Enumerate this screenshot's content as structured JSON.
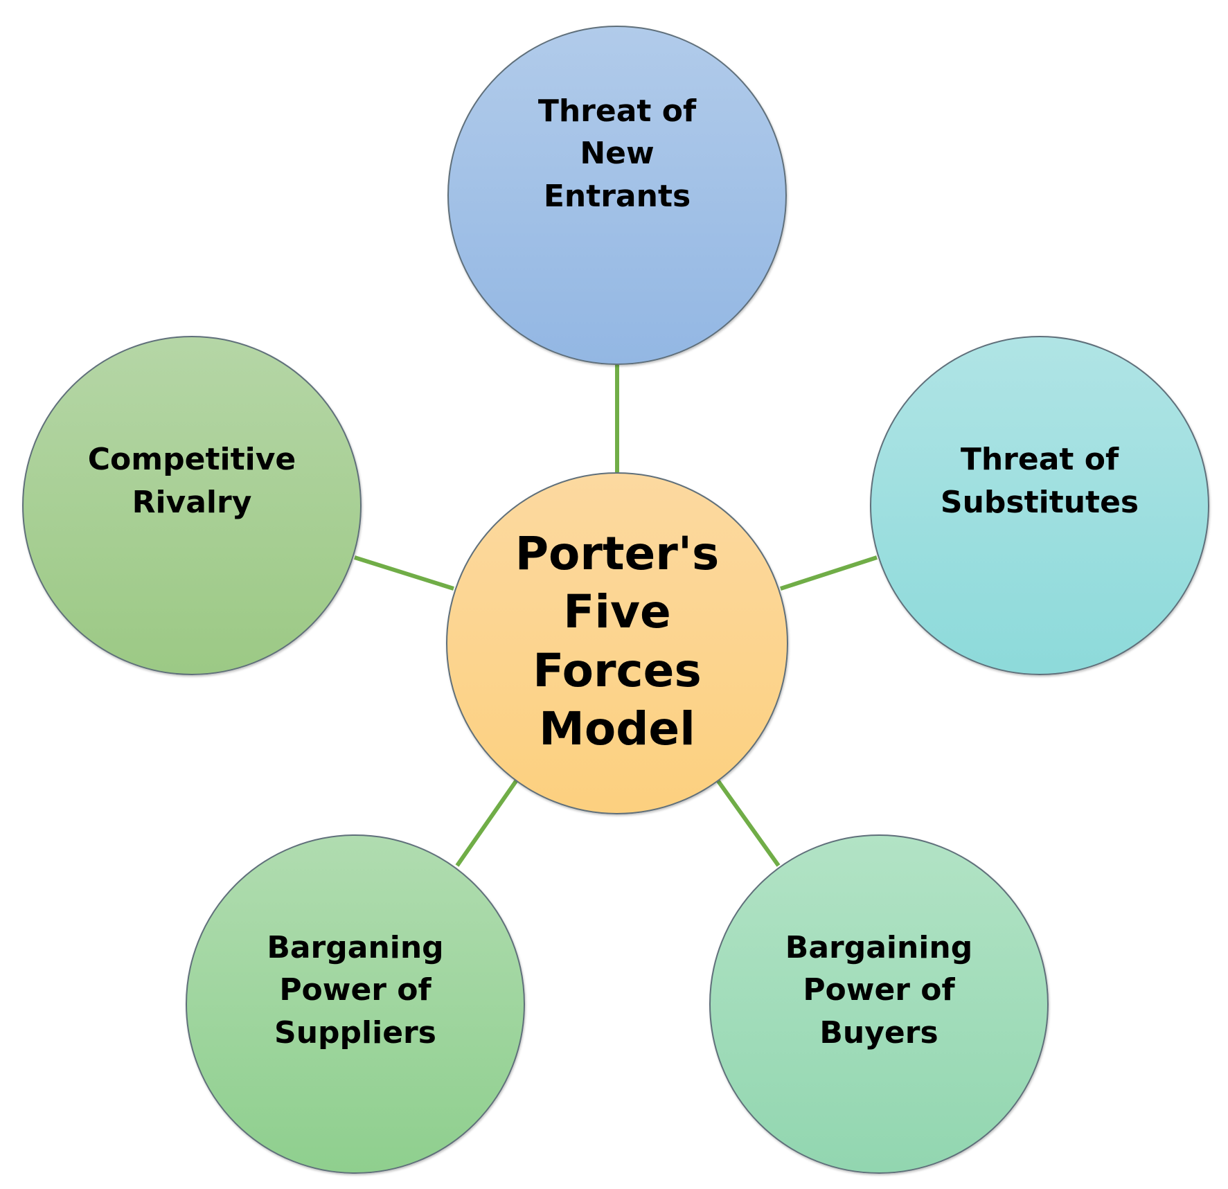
{
  "diagram": {
    "center": {
      "label": "Porter's\nFive\nForces\nModel",
      "color": "#fcd48a"
    },
    "forces": [
      {
        "id": "new-entrants",
        "label": "Threat of\nNew\nEntrants",
        "color": "#a3c1e8"
      },
      {
        "id": "substitutes",
        "label": "Threat of\nSubstitutes",
        "color": "#9fdfe0"
      },
      {
        "id": "rivalry",
        "label": "Competitive\nRivalry",
        "color": "#a9cf96"
      },
      {
        "id": "suppliers",
        "label": "Barganing\nPower of\nSuppliers",
        "color": "#a0d6a0"
      },
      {
        "id": "buyers",
        "label": "Bargaining\nPower of\nBuyers",
        "color": "#a2dcbb"
      }
    ],
    "connector_color": "#70ad47"
  }
}
